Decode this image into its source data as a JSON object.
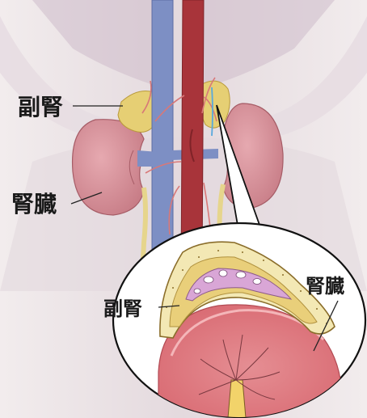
{
  "labels": {
    "adrenal_outer": "副腎",
    "kidney_outer": "腎臓",
    "adrenal_inset": "副腎",
    "kidney_inset": "腎臓"
  },
  "colors": {
    "background": "#ffffff",
    "torso_skin": "#e8dede",
    "body_shadow": "#c8b8c8",
    "kidney": "#d9949c",
    "kidney_dark": "#b86d78",
    "adrenal": "#e6cf74",
    "aorta": "#a8343a",
    "vena_cava": "#7d8fc4",
    "ureter": "#efe2a6",
    "adrenal_medulla": "#d9a6d6",
    "inset_fat": "#f3e8b4",
    "kidney_cortex": "#e07e86",
    "leader_line": "#222222"
  },
  "icons": [
    "magnified-inset-callout"
  ]
}
